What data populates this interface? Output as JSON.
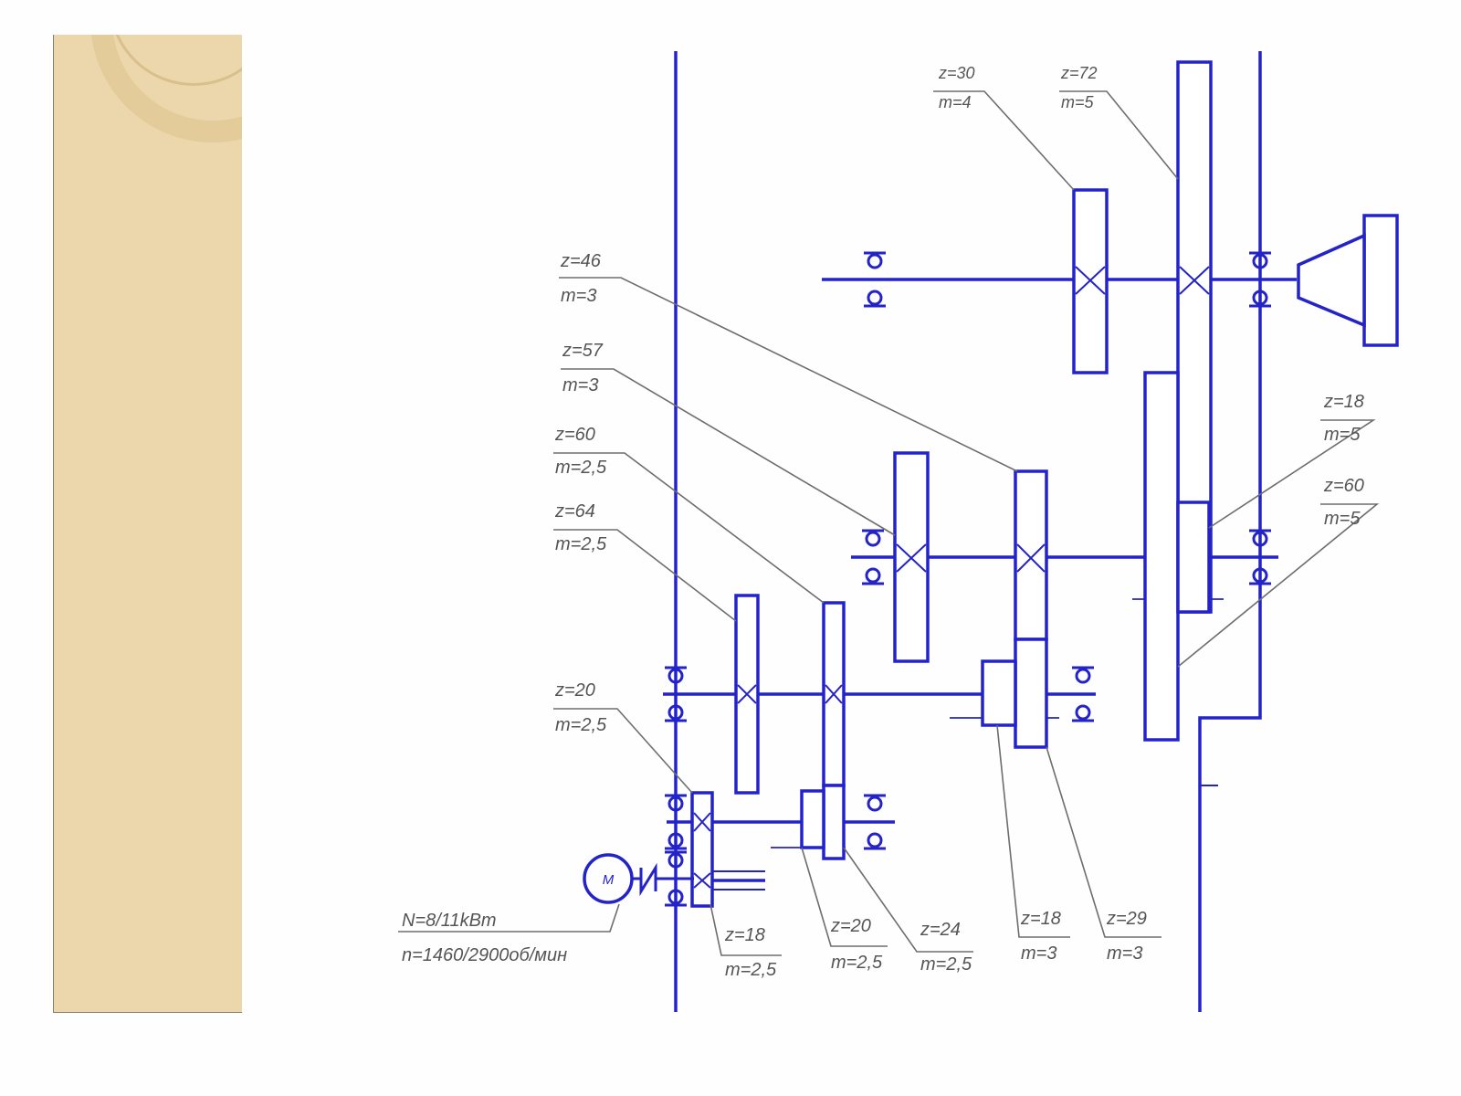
{
  "diagram": {
    "gear_labels": [
      {
        "id": "z30",
        "z": "z=30",
        "m": "m=4"
      },
      {
        "id": "z72",
        "z": "z=72",
        "m": "m=5"
      },
      {
        "id": "z46",
        "z": "z=46",
        "m": "m=3"
      },
      {
        "id": "z57",
        "z": "z=57",
        "m": "m=3"
      },
      {
        "id": "z60a",
        "z": "z=60",
        "m": "m=2,5"
      },
      {
        "id": "z64",
        "z": "z=64",
        "m": "m=2,5"
      },
      {
        "id": "z18a",
        "z": "z=18",
        "m": "m=5"
      },
      {
        "id": "z60b",
        "z": "z=60",
        "m": "m=5"
      },
      {
        "id": "z20a",
        "z": "z=20",
        "m": "m=2,5"
      },
      {
        "id": "z18b",
        "z": "z=18",
        "m": "m=2,5"
      },
      {
        "id": "z20b",
        "z": "z=20",
        "m": "m=2,5"
      },
      {
        "id": "z24",
        "z": "z=24",
        "m": "m=2,5"
      },
      {
        "id": "z18c",
        "z": "z=18",
        "m": "m=3"
      },
      {
        "id": "z29",
        "z": "z=29",
        "m": "m=3"
      }
    ],
    "motor": {
      "symbol": "M",
      "power": "N=8/11kВт",
      "speed": "n=1460/2900об/мин"
    },
    "colors": {
      "line": "#2323c8",
      "label": "#555555",
      "panel": "#ecd7ad"
    }
  }
}
